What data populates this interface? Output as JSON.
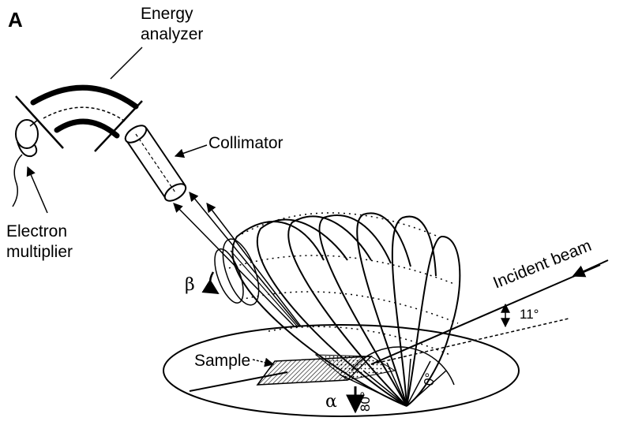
{
  "figure": {
    "panel_label": "A",
    "labels": {
      "energy_analyzer_line1": "Energy",
      "energy_analyzer_line2": "analyzer",
      "collimator": "Collimator",
      "electron_multiplier_line1": "Electron",
      "electron_multiplier_line2": "multiplier",
      "incident_beam": "Incident beam",
      "sample": "Sample",
      "beta": "β",
      "alpha": "α",
      "angle_11": "11°",
      "angle_0": "0°",
      "angle_80": "80°"
    }
  }
}
